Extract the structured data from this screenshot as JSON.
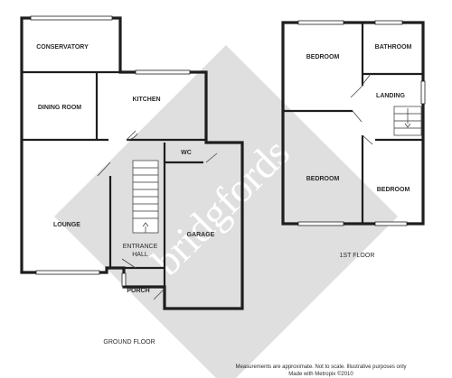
{
  "watermark": {
    "text": "bridgfords",
    "color": "#d5d5d5"
  },
  "ground_floor": {
    "title": "GROUND FLOOR",
    "rooms": {
      "conservatory": "CONSERVATORY",
      "dining_room": "DINING ROOM",
      "kitchen": "KITCHEN",
      "wc": "WC",
      "lounge": "LOUNGE",
      "entrance_hall_line1": "ENTRANCE",
      "entrance_hall_line2": "HALL",
      "garage": "GARAGE",
      "porch": "PORCH"
    }
  },
  "first_floor": {
    "title": "1ST FLOOR",
    "rooms": {
      "bedroom_1": "BEDROOM",
      "bathroom": "BATHROOM",
      "landing": "LANDING",
      "bedroom_2": "BEDROOM",
      "bedroom_3": "BEDROOM"
    }
  },
  "footer": {
    "line1": "Measurements are approximate.  Not to scale.  Illustrative purposes only",
    "line2": "Made with Metropix ©2010"
  },
  "colors": {
    "wall": "#1e1e1e",
    "text": "#2b2b2b",
    "watermark": "#d5d5d5"
  }
}
